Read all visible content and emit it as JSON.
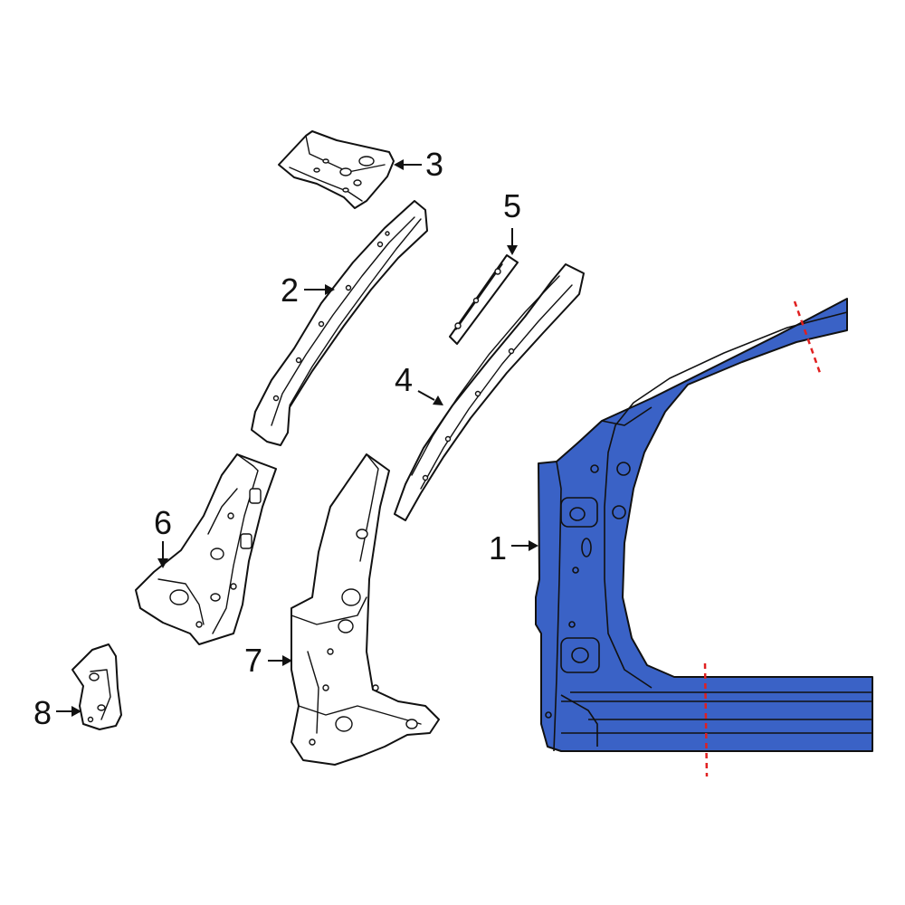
{
  "callouts": {
    "c1": "1",
    "c2": "2",
    "c3": "3",
    "c4": "4",
    "c5": "5",
    "c6": "6",
    "c7": "7",
    "c8": "8"
  },
  "colors": {
    "highlight": "#3a62c6",
    "cut_line": "#e02020",
    "outline": "#111111",
    "background": "#ffffff"
  }
}
